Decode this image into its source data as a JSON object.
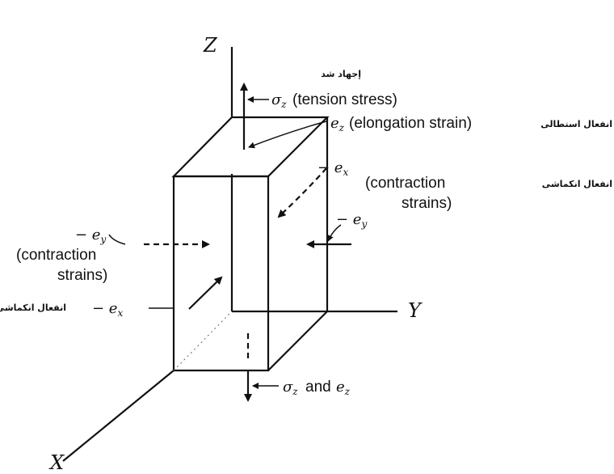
{
  "axes": {
    "z": "Z",
    "y": "Y",
    "x": "X"
  },
  "labels": {
    "tension_persian": "إجهاد شد",
    "sigma_z_tension": "(tension stress)",
    "sigma": "σ",
    "sub_z": "z",
    "e": "e",
    "minus_e": "− e",
    "sub_x": "x",
    "sub_y": "y",
    "elongation": "(elongation strain)",
    "elongation_persian": "انفعال استطالى",
    "contraction_persian_right": "انفعال انكماشى",
    "contraction_right_line1": "(contraction",
    "contraction_right_line2": "strains)",
    "contraction_left_line1": "(contraction",
    "contraction_left_line2": "strains)",
    "contraction_persian_left": "انفعال انكماشى",
    "and_word": "and"
  }
}
